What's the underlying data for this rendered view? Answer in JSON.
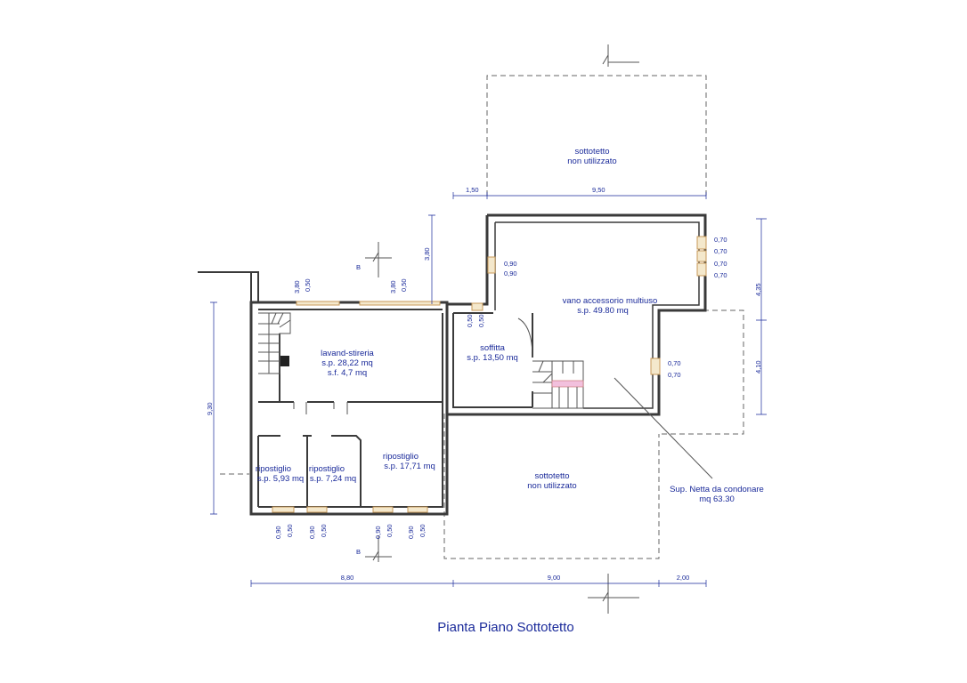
{
  "title": "Pianta Piano Sottotetto",
  "rooms": {
    "sottotetto_top": [
      "sottotetto",
      "non utilizzato"
    ],
    "vano": [
      "vano accessorio multiuso",
      "s.p. 49.80 mq"
    ],
    "lavand": [
      "lavand-stireria",
      "s.p. 28,22 mq",
      "s.f. 4,7 mq"
    ],
    "soffitta": [
      "soffitta",
      "s.p. 13,50 mq"
    ],
    "rip1": [
      "ripostiglio",
      "s.p. 5,93 mq"
    ],
    "rip2": [
      "ripostiglio",
      "s.p. 7,24 mq"
    ],
    "rip3": [
      "ripostiglio",
      "s.p. 17,71 mq"
    ],
    "sottotetto_bottom": [
      "sottotetto",
      "non utilizzato"
    ],
    "sup_netta": [
      "Sup. Netta da condonare",
      "mq 63.30"
    ]
  },
  "section_marks": {
    "b_top": "B",
    "b_bottom": "B"
  },
  "dims": {
    "top_1_50": "1,50",
    "top_9_50": "9,50",
    "v_3_80": "3,80",
    "win_l1_a": "3,80",
    "win_l1_b": "0,50",
    "win_l2_a": "3,80",
    "win_l2_b": "0,50",
    "win_s_a": "0,90",
    "win_s_b": "0,90",
    "win_sof_a": "0,50",
    "win_sof_b": "0,50",
    "win_r1_a": "0,70",
    "win_r1_b": "0,70",
    "win_r2_a": "0,70",
    "win_r2_b": "0,70",
    "win_r3_a": "0,70",
    "win_r3_b": "0,70",
    "right_4_35": "4,35",
    "right_4_10": "4,10",
    "left_9_30": "9,30",
    "bw1_a": "0,90",
    "bw1_b": "0,50",
    "bw2_a": "0,90",
    "bw2_b": "0,50",
    "bw3_a": "0,90",
    "bw3_b": "0,50",
    "bw4_a": "0,90",
    "bw4_b": "0,50",
    "bot_8_80": "8,80",
    "bot_9_00": "9,00",
    "bot_2_00": "2,00"
  }
}
